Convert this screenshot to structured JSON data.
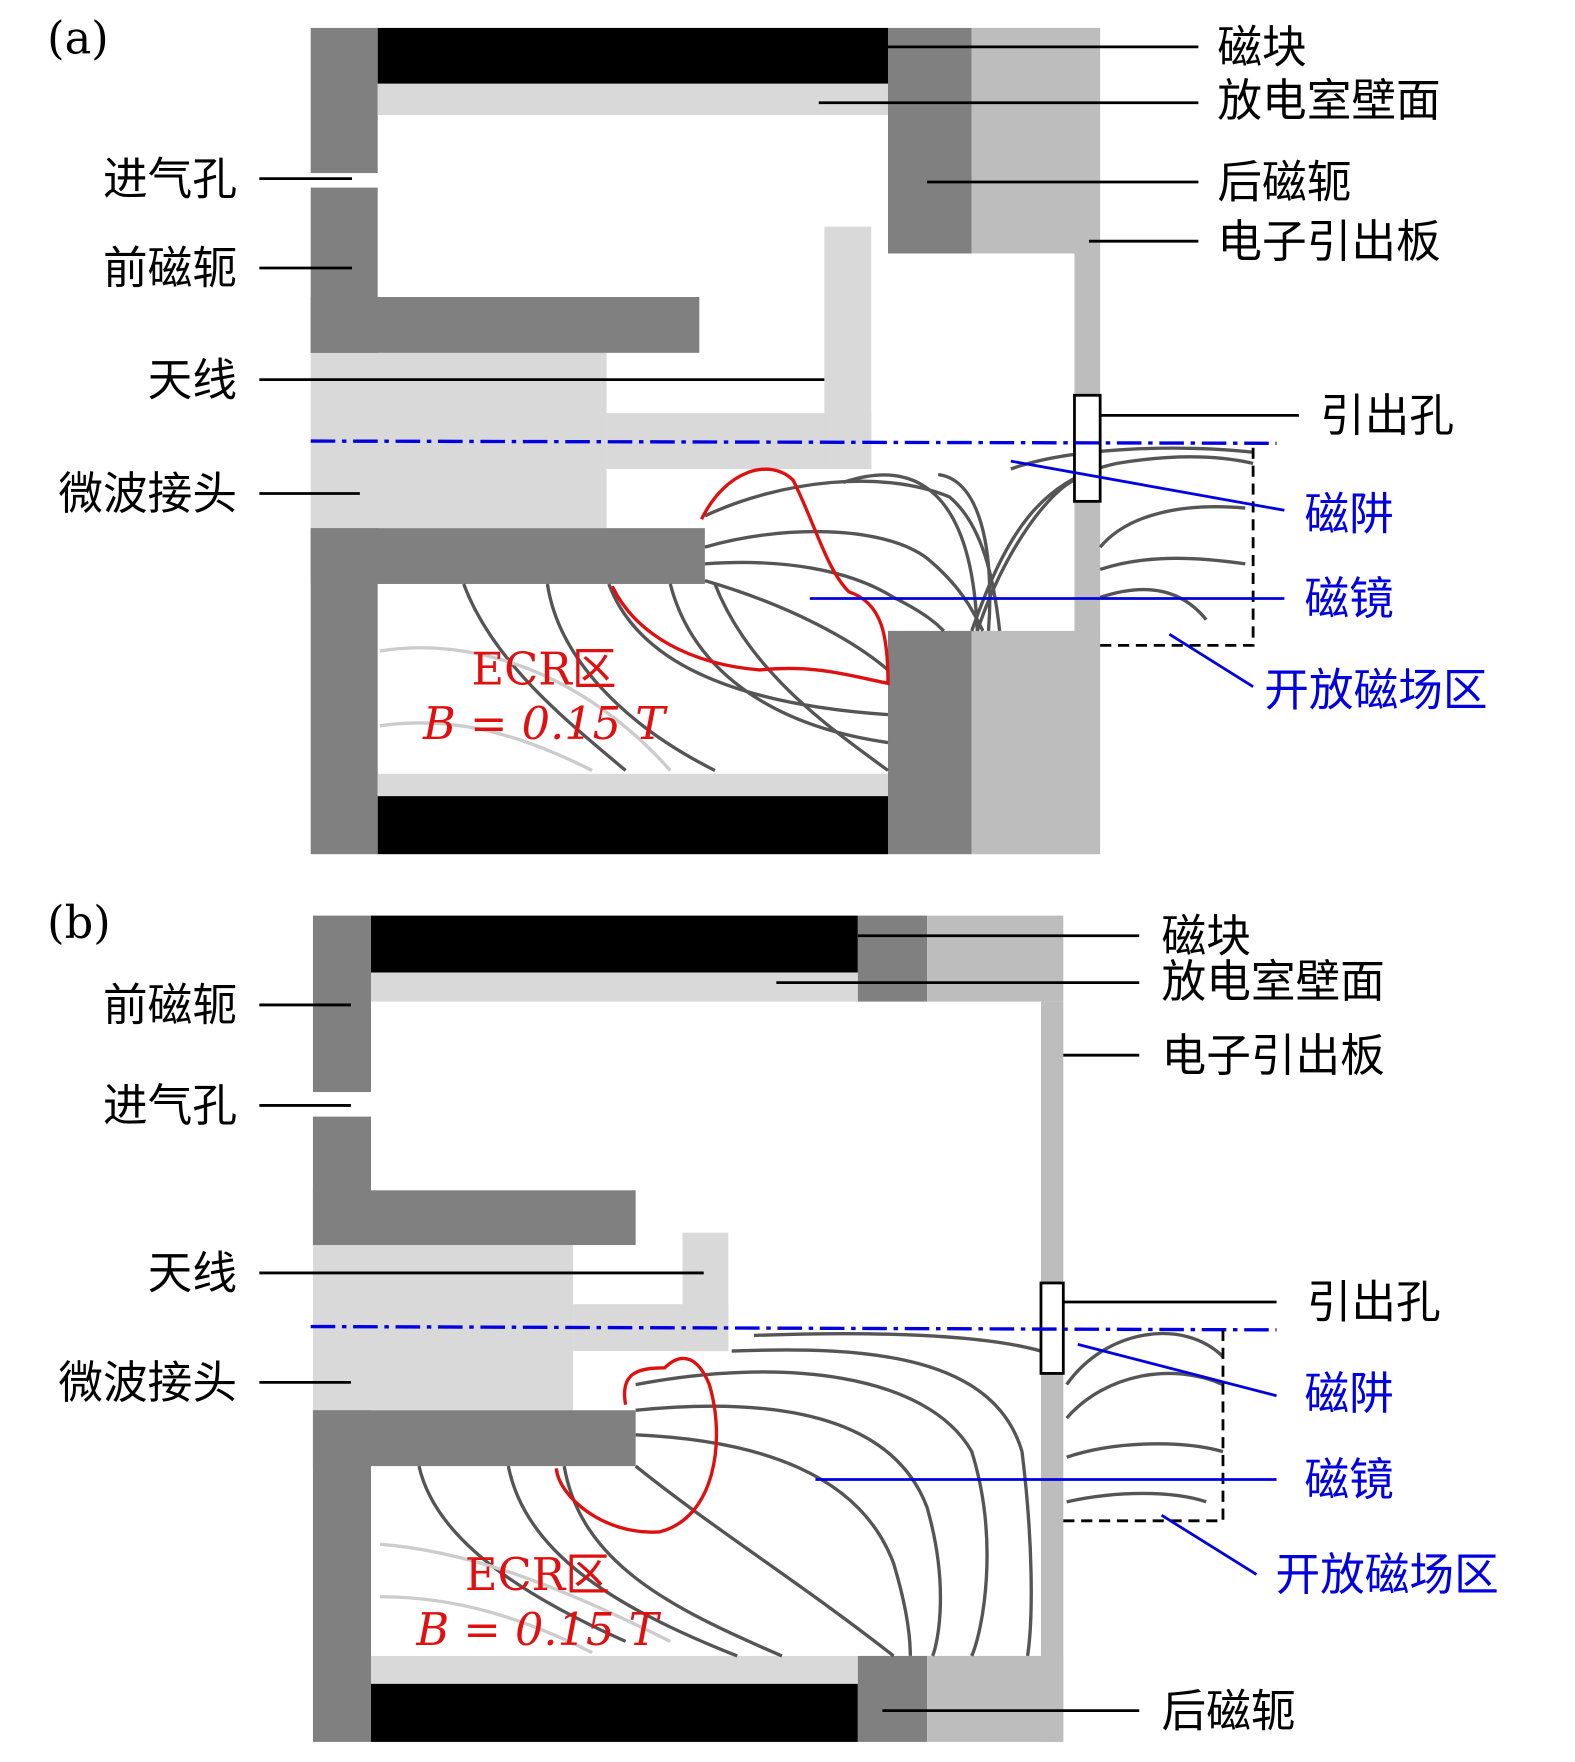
{
  "panel_a": {
    "tag": "(a)",
    "left_labels": [
      "进气孔",
      "前磁轭",
      "天线",
      "微波接头"
    ],
    "right_labels": [
      "磁块",
      "放电室壁面",
      "后磁轭",
      "电子引出板",
      "引出孔"
    ],
    "blue_labels": [
      "磁阱",
      "磁镜",
      "开放磁场区"
    ],
    "ecr_label": "ECR区",
    "ecr_field": "B = 0.15 T"
  },
  "panel_b": {
    "tag": "(b)",
    "left_labels": [
      "前磁轭",
      "进气孔",
      "天线",
      "微波接头"
    ],
    "right_labels": [
      "磁块",
      "放电室壁面",
      "电子引出板",
      "引出孔",
      "后磁轭"
    ],
    "blue_labels": [
      "磁阱",
      "磁镜",
      "开放磁场区"
    ],
    "ecr_label": "ECR区",
    "ecr_field": "B = 0.15 T"
  },
  "colors": {
    "magnet": "#000000",
    "yoke": "#808080",
    "plate": "#bdbdbd",
    "wall": "#d9d9d9",
    "blue": "#0000e0",
    "red": "#e01010"
  }
}
